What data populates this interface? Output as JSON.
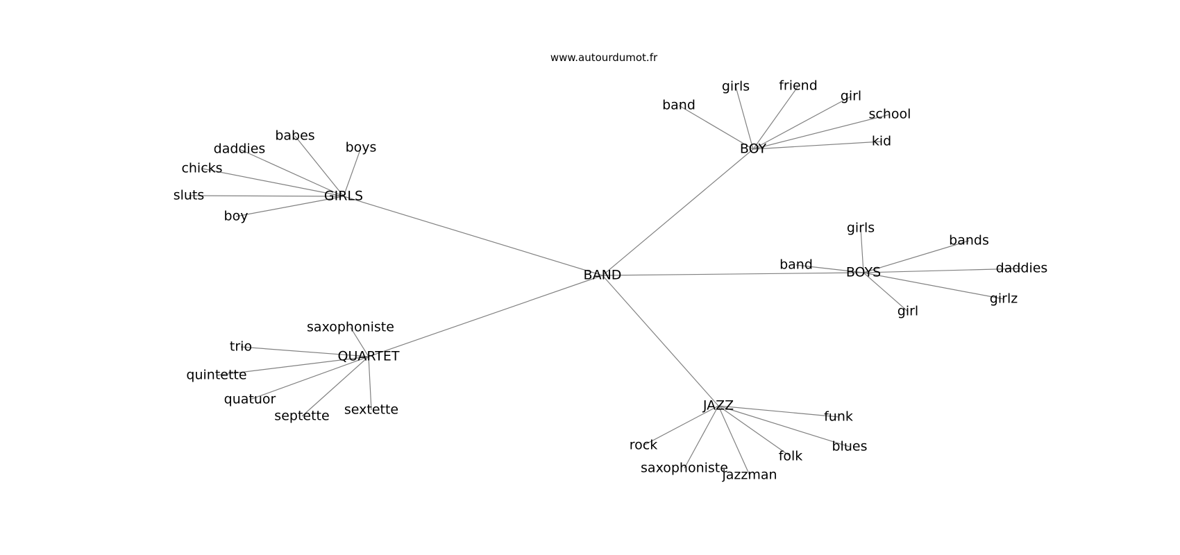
{
  "source": "www.autourdumot.fr",
  "center": "BAND",
  "clusters": [
    {
      "id": "boy",
      "label": "BOY",
      "leaves": [
        "band",
        "girls",
        "friend",
        "girl",
        "school",
        "kid"
      ]
    },
    {
      "id": "girls",
      "label": "GIRLS",
      "leaves": [
        "babes",
        "daddies",
        "boys",
        "chicks",
        "sluts",
        "boy"
      ]
    },
    {
      "id": "boys",
      "label": "BOYS",
      "leaves": [
        "girls",
        "bands",
        "band",
        "daddies",
        "girlz",
        "girl"
      ]
    },
    {
      "id": "quartet",
      "label": "QUARTET",
      "leaves": [
        "saxophoniste",
        "trio",
        "quintette",
        "quatuor",
        "septette",
        "sextette"
      ]
    },
    {
      "id": "jazz",
      "label": "JAZZ",
      "leaves": [
        "funk",
        "blues",
        "rock",
        "folk",
        "saxophoniste",
        "jazzman"
      ]
    }
  ]
}
